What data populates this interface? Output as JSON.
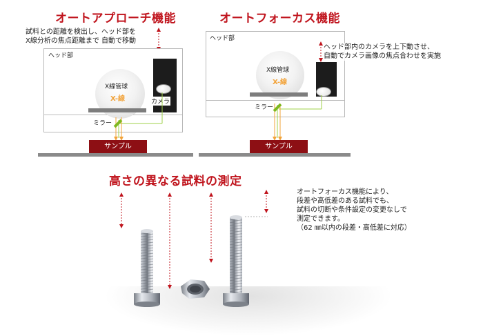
{
  "auto_approach": {
    "title": "オートアプローチ機能",
    "description_line1": "試料との距離を検出し、ヘッド部を",
    "description_line2": "X線分析の焦点距離まで 自動で移動",
    "head_label": "ヘッド部",
    "tube_label": "X線管球",
    "xray_label": "X-線",
    "camera_label": "カメラ",
    "mirror_label": "ミラー",
    "sample_label": "サンプル"
  },
  "auto_focus": {
    "title": "オートフォーカス機能",
    "head_label": "ヘッド部",
    "description_line1": "ヘッド部内のカメラを上下動させ、",
    "description_line2": "自動でカメラ画像の焦点合わせを実施",
    "tube_label": "X線管球",
    "xray_label": "X-線",
    "mirror_label": "ミラー",
    "sample_label": "サンプル"
  },
  "height_section": {
    "title": "高さの異なる試料の測定",
    "note_line1": "オートフォーカス機能により、",
    "note_line2": "段差や高低差のある試料でも、",
    "note_line3": "試料の切断や条件設定の変更なしで",
    "note_line4": "測定できます。",
    "note_line5": "（62 ㎜以内の段差・高低差に対応）"
  },
  "colors": {
    "title": "#c0141d",
    "sample": "#8d0f14",
    "mirror": "#7fb81f",
    "xray": "#f2a33a",
    "arrow": "#c0141d"
  }
}
